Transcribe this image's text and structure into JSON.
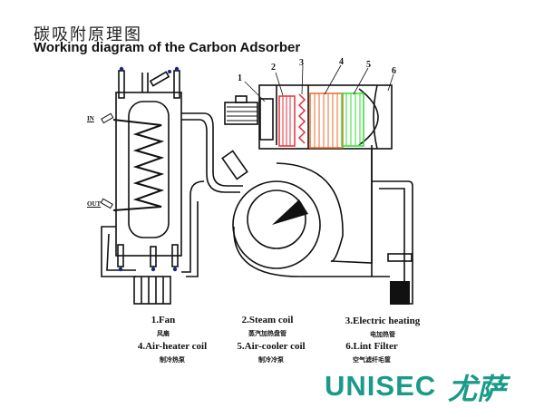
{
  "header": {
    "title_cn": "碳吸附原理图",
    "title_en": "Working diagram of the Carbon Adsorber"
  },
  "callouts": [
    "1",
    "2",
    "3",
    "4",
    "5",
    "6"
  ],
  "ports": {
    "in": "IN",
    "out": "OUT"
  },
  "legend": [
    {
      "label": "1.Fan",
      "label_cn": "风扇"
    },
    {
      "label": "2.Steam coil",
      "label_cn": "蒸汽加热盘管"
    },
    {
      "label": "3.Electric heating",
      "label_cn": "电加热管"
    },
    {
      "label": "4.Air-heater coil",
      "label_cn": "制冷热泵"
    },
    {
      "label": "5.Air-cooler coil",
      "label_cn": "制冷冷泵"
    },
    {
      "label": "6.Lint Filter",
      "label_cn": "空气滤纤毛筐"
    }
  ],
  "colors": {
    "steam_coil": "#e0303a",
    "electric_heating": "#e0303a",
    "air_heater": "#ee6a2a",
    "air_cooler": "#33dd33",
    "brand": "#1a9a88"
  },
  "logo": {
    "text_en": "UNISEC",
    "text_cn": "尤萨"
  }
}
